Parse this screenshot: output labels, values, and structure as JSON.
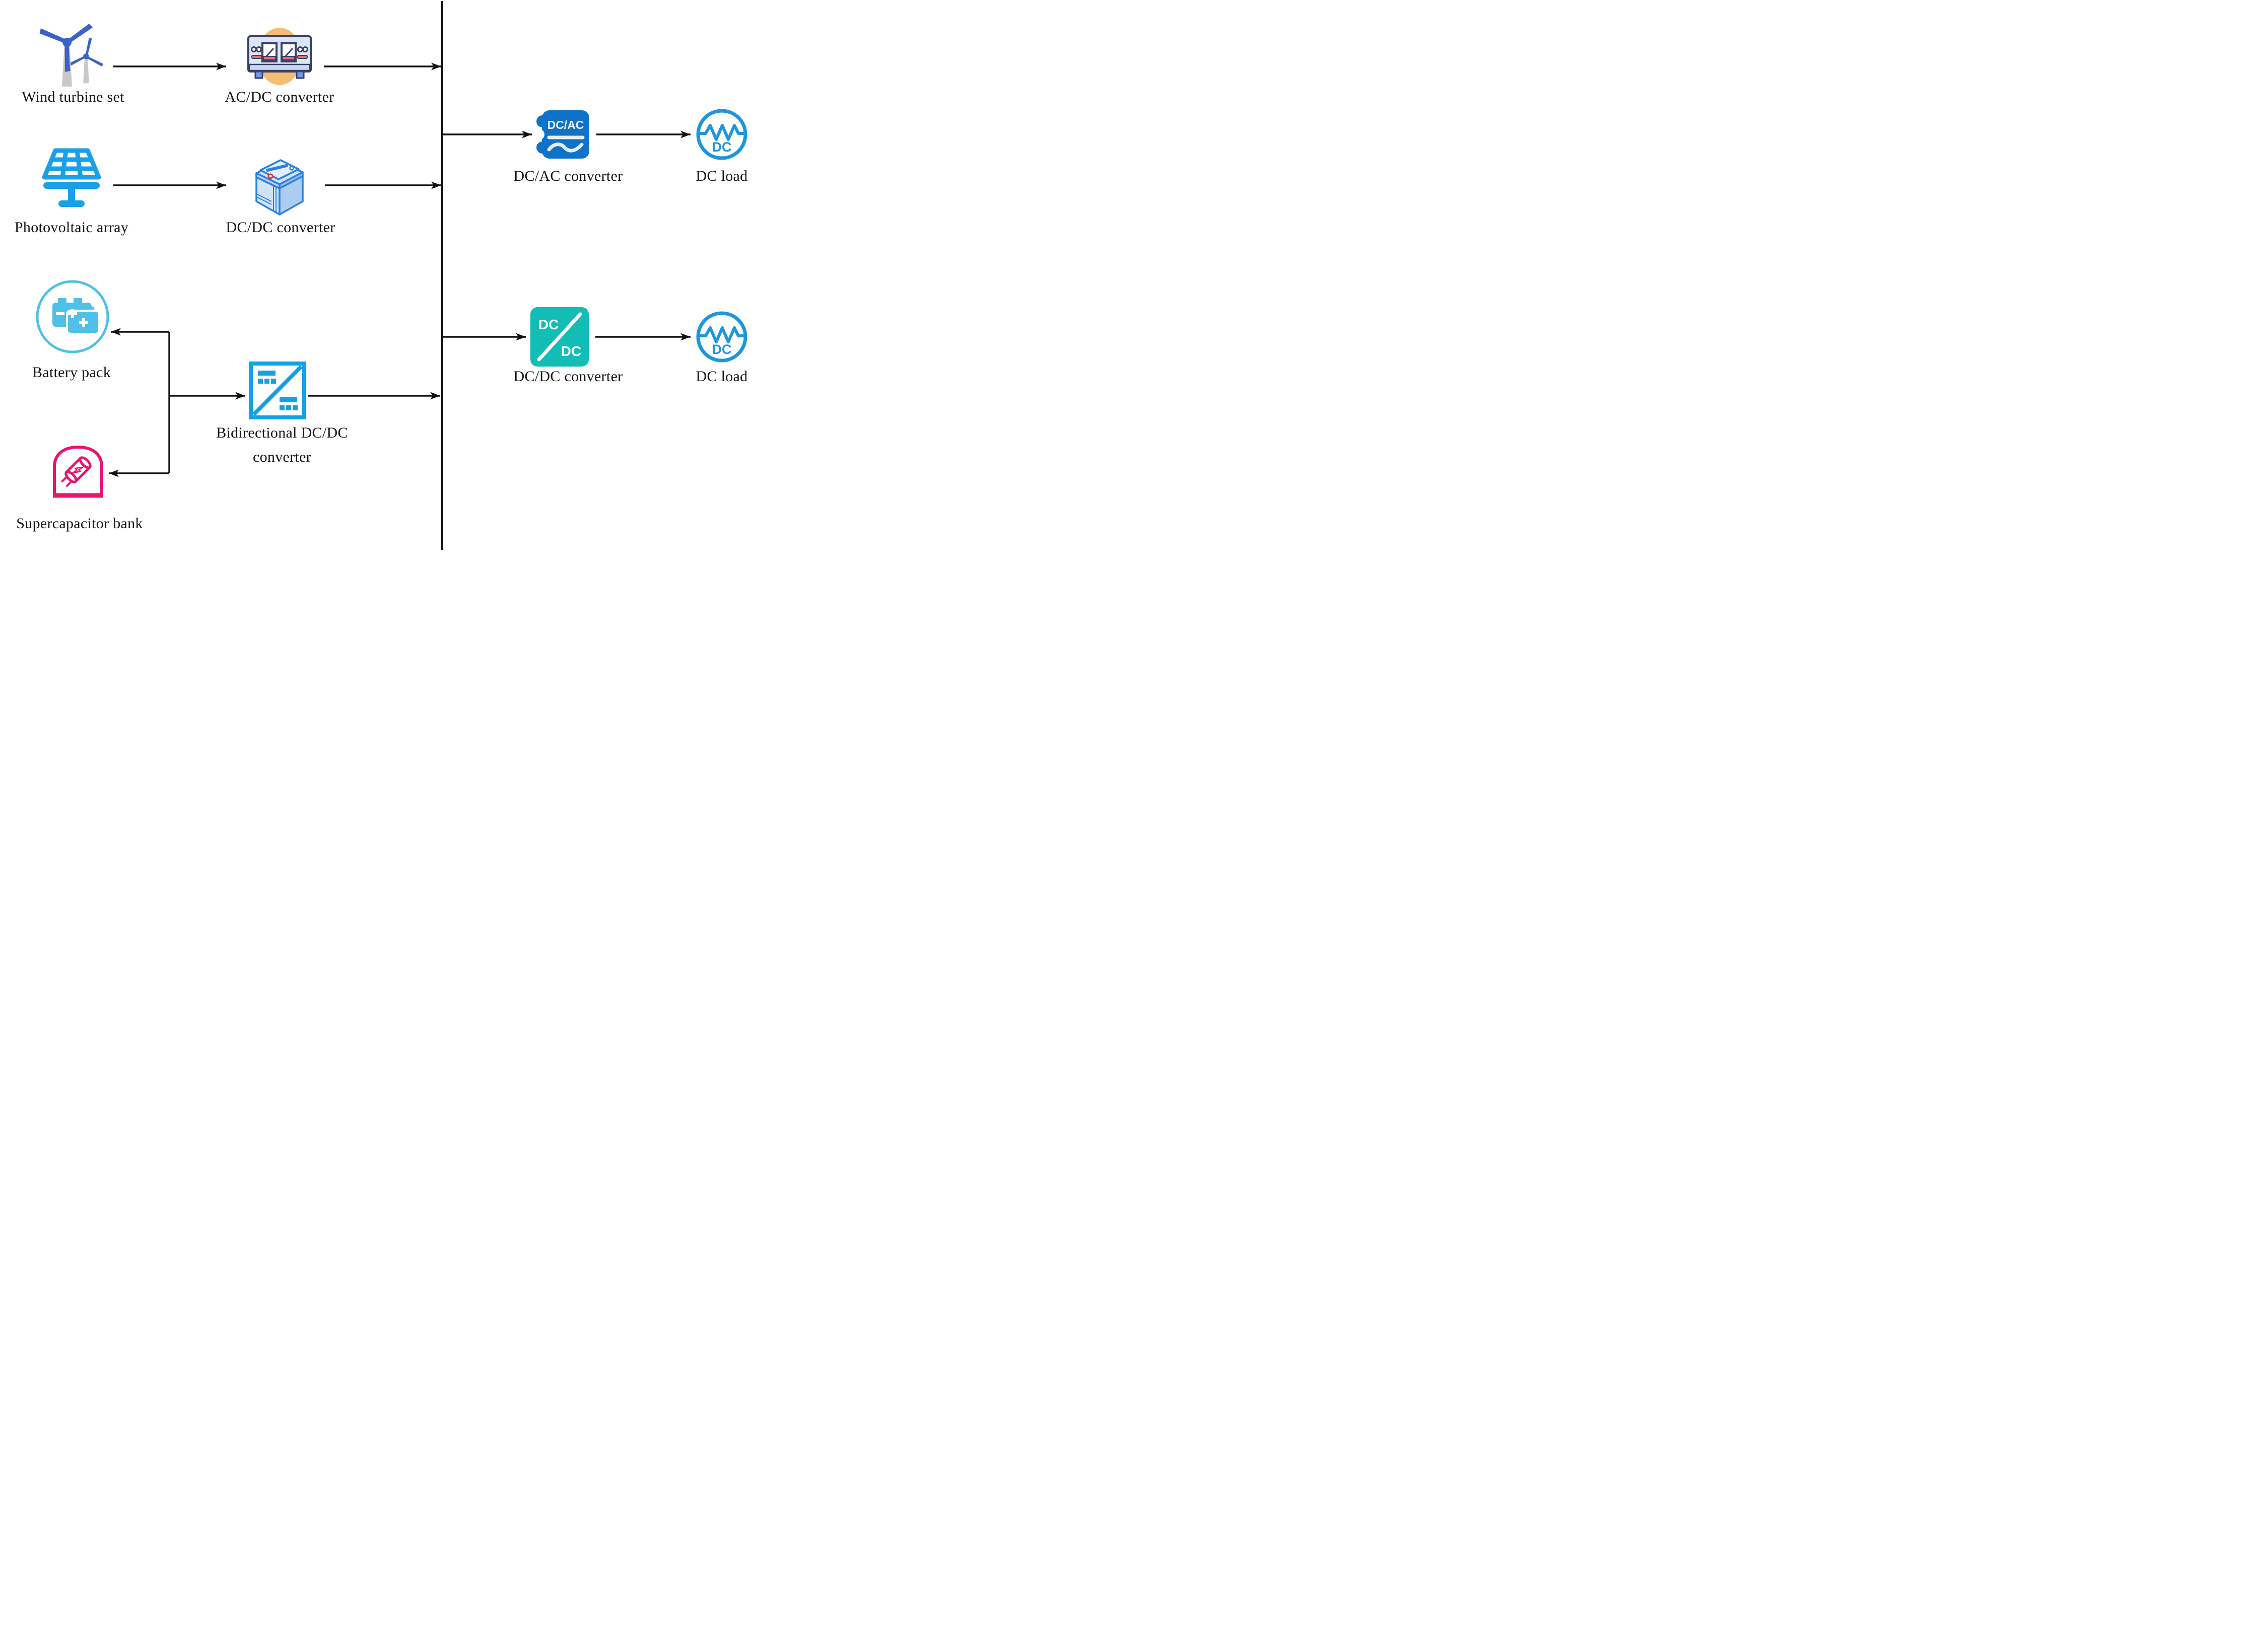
{
  "nodes": {
    "wind_turbine": {
      "label": "Wind turbine set"
    },
    "acdc_converter": {
      "label": "AC/DC converter"
    },
    "photovoltaic": {
      "label": "Photovoltaic array"
    },
    "dcdc_converter_mid": {
      "label": "DC/DC converter"
    },
    "battery": {
      "label": "Battery pack"
    },
    "supercapacitor": {
      "label": "Supercapacitor bank"
    },
    "bidirectional": {
      "label_line1": "Bidirectional DC/DC",
      "label_line2": "converter"
    },
    "dcac_converter": {
      "label": "DC/AC converter",
      "badge_text": "DC/AC"
    },
    "dc_load_top": {
      "label": "DC load",
      "badge_text": "DC"
    },
    "dcdc_converter_out": {
      "label": "DC/DC converter",
      "badge_top": "DC",
      "badge_bottom": "DC"
    },
    "dc_load_bottom": {
      "label": "DC load",
      "badge_text": "DC"
    }
  },
  "colors": {
    "wind_blue": "#3a62c8",
    "tower_gray": "#c9c9c9",
    "azure": "#18a0e8",
    "battery_cyan": "#4fc0e8",
    "supercap_pink": "#e8156e",
    "teal": "#12bdb5",
    "badge_blue": "#0d72c8",
    "load_blue": "#1e96dc",
    "bidir_blue": "#13a0e6",
    "acdc_navy": "#3d3d66",
    "acdc_fill": "#d8e7f6",
    "acdc_orange": "#f4bd74",
    "acdc_red": "#ee6b6b",
    "box_blue": "#2a80e0",
    "box_fill_light": "#cfe3f7",
    "box_fill_mid": "#aacdf0",
    "arrow_black": "#111111"
  }
}
